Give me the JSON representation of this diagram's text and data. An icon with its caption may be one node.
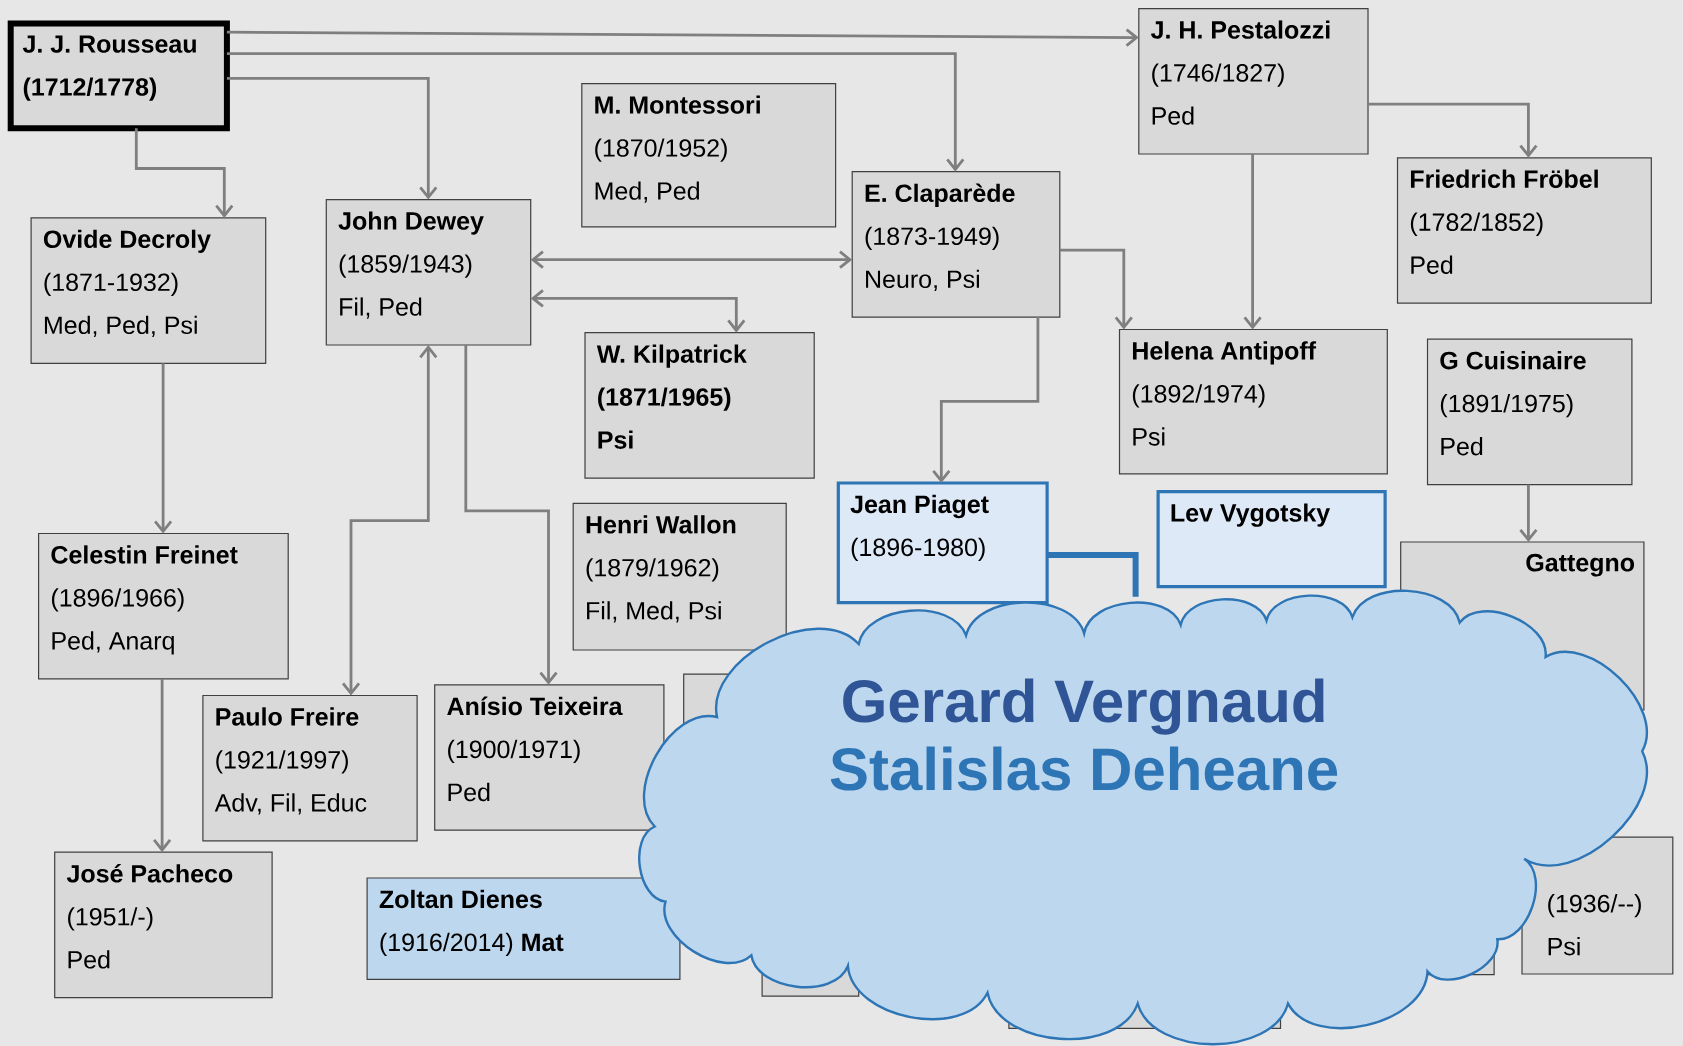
{
  "diagram": {
    "nodes": [
      {
        "text": [
          "J. J. Rousseau",
          "(1712/1778)"
        ]
      },
      {
        "text": [
          "J. H. Pestalozzi",
          "(1746/1827)",
          "Ped"
        ]
      },
      {
        "text": [
          "M. Montessori",
          "(1870/1952)",
          "Med, Ped"
        ]
      },
      {
        "text": [
          "Ovide Decroly",
          "(1871-1932)",
          "Med, Ped, Psi"
        ]
      },
      {
        "text": [
          "John Dewey",
          "(1859/1943)",
          "Fil, Ped"
        ]
      },
      {
        "text": [
          "E. Claparède",
          "(1873-1949)",
          "Neuro, Psi"
        ]
      },
      {
        "text": [
          "Friedrich Fröbel",
          "(1782/1852)",
          "Ped"
        ]
      },
      {
        "text": [
          "W. Kilpatrick",
          "(1871/1965)",
          "Psi"
        ]
      },
      {
        "text": [
          "Helena Antipoff",
          "(1892/1974)",
          "Psi"
        ]
      },
      {
        "text": [
          "G Cuisinaire",
          "(1891/1975)",
          "Ped"
        ]
      },
      {
        "text": [
          "Jean Piaget",
          "(1896-1980)"
        ]
      },
      {
        "text": [
          "Lev Vygotsky"
        ]
      },
      {
        "text": [
          "Gattegno"
        ]
      },
      {
        "text": [
          "Celestin Freinet",
          "(1896/1966)",
          "Ped, Anarq"
        ]
      },
      {
        "text": [
          "Henri Wallon",
          "(1879/1962)",
          "Fil, Med, Psi"
        ]
      },
      {
        "text": [
          "Paulo Freire",
          "(1921/1997)",
          "Adv, Fil, Educ"
        ]
      },
      {
        "text": [
          "Anísio Teixeira",
          "(1900/1971)",
          "Ped"
        ]
      },
      {
        "text": [
          "José Pacheco",
          "(1951/-)",
          "Ped"
        ]
      },
      {
        "text": [
          "Zoltan Dienes",
          "(1916/2014) **Mat**"
        ]
      },
      {
        "text": [
          "(1936/--)",
          "Psi"
        ]
      },
      {
        "text": [
          "Gerard Vergnaud",
          "Stalislas Deheane"
        ]
      }
    ],
    "edges": [
      {
        "from": 0,
        "to": 1,
        "arrow": "to"
      },
      {
        "from": 0,
        "to": 5,
        "arrow": "to"
      },
      {
        "from": 0,
        "to": 4,
        "arrow": "to"
      },
      {
        "from": 0,
        "to": 3,
        "arrow": "to"
      },
      {
        "from": 4,
        "to": 5,
        "arrow": "both"
      },
      {
        "from": 4,
        "to": 7,
        "arrow": "both"
      },
      {
        "from": 4,
        "to": 16,
        "arrow": "to"
      },
      {
        "from": 15,
        "to": 4,
        "arrow": "both"
      },
      {
        "from": 3,
        "to": 13,
        "arrow": "to"
      },
      {
        "from": 13,
        "to": 17,
        "arrow": "to"
      },
      {
        "from": 5,
        "to": 8,
        "arrow": "to"
      },
      {
        "from": 5,
        "to": 10,
        "arrow": "to"
      },
      {
        "from": 1,
        "to": 8,
        "arrow": "to"
      },
      {
        "from": 1,
        "to": 6,
        "arrow": "to"
      },
      {
        "from": 9,
        "to": 12,
        "arrow": "to"
      },
      {
        "from": 10,
        "to": 20,
        "arrow": "none",
        "style": "thick",
        "color": "#2e75b6"
      }
    ]
  }
}
